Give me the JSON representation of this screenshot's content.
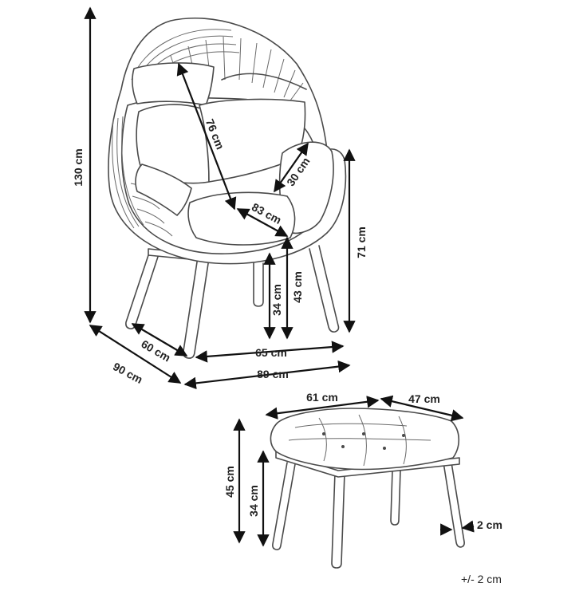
{
  "dimensions": {
    "chair_height": "130 cm",
    "chair_depth": "90 cm",
    "chair_base_depth": "60 cm",
    "chair_base_width": "65 cm",
    "chair_width": "89 cm",
    "backrest_height": "76 cm",
    "seat_width": "83 cm",
    "armrest_depth": "30 cm",
    "armrest_height": "71 cm",
    "seat_height": "43 cm",
    "leg_height": "34 cm",
    "ottoman_width": "61 cm",
    "ottoman_depth": "47 cm",
    "ottoman_height": "45 cm",
    "ottoman_leg_height": "34 cm",
    "leg_diameter": "2 cm"
  },
  "tolerance": "+/- 2 cm"
}
